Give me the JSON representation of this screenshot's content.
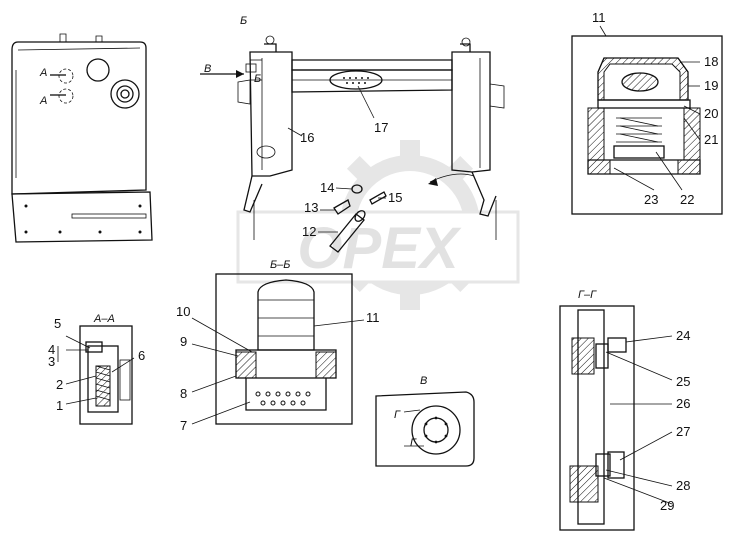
{
  "watermark": "OPEX",
  "views": {
    "section_aa": "А–А",
    "section_bb": "Б–Б",
    "section_gg": "Г–Г",
    "view_v": "В",
    "detail_11": "11"
  },
  "markers": {
    "a1": "А",
    "a2": "А",
    "b1": "Б",
    "b2": "Б",
    "v1": "В",
    "g1": "Г",
    "g2": "Г"
  },
  "callouts": [
    "1",
    "2",
    "3",
    "4",
    "5",
    "6",
    "7",
    "8",
    "9",
    "10",
    "11",
    "12",
    "13",
    "14",
    "15",
    "16",
    "17",
    "18",
    "19",
    "20",
    "21",
    "22",
    "23",
    "24",
    "25",
    "26",
    "27",
    "28",
    "29"
  ]
}
